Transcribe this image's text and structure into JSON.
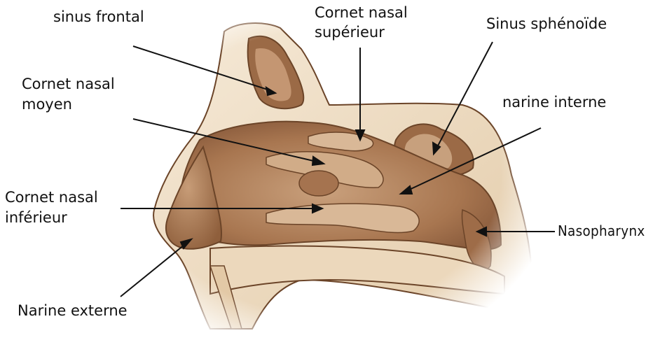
{
  "diagram": {
    "labels": {
      "sinus_frontal": "sinus frontal",
      "cornet_superieur": [
        "Cornet nasal",
        "supérieur"
      ],
      "sinus_sphenoide": "Sinus sphénoïde",
      "cornet_moyen": [
        "Cornet nasal",
        "moyen"
      ],
      "narine_interne": "narine interne",
      "cornet_inferieur": [
        "Cornet nasal",
        "inférieur"
      ],
      "nasopharynx": "Nasopharynx",
      "narine_externe": "Narine externe"
    },
    "colors": {
      "tissue_dark": "#8a5a38",
      "tissue_mid": "#b98a63",
      "tissue_light": "#dcbfa0",
      "bone": "#f1e3cf",
      "outline": "#6b4428",
      "leader": "#111111"
    }
  }
}
